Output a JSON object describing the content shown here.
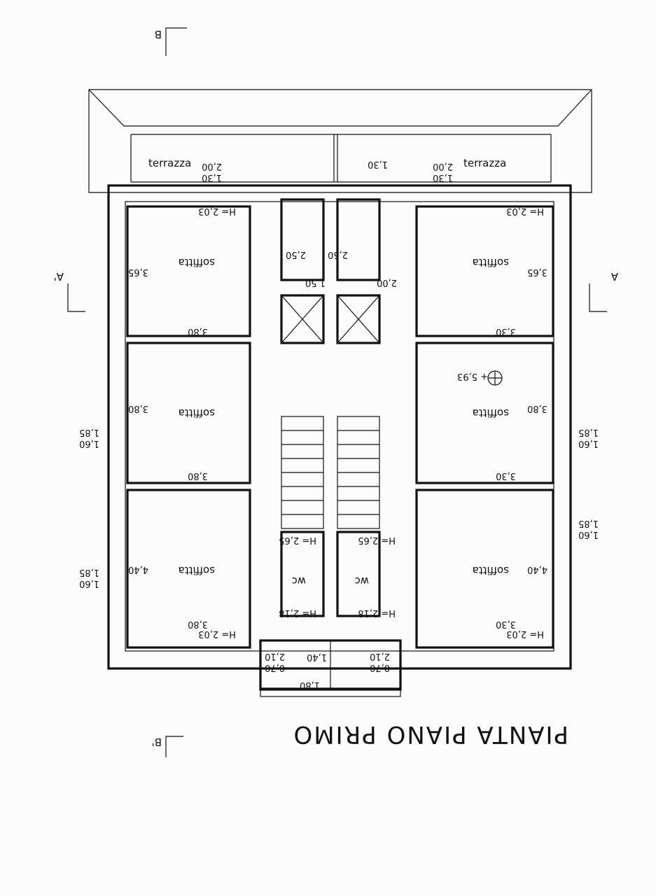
{
  "plan": {
    "title": "PIANTA PIANO PRIMO",
    "section_marks": {
      "a": "A",
      "a_prime": "A'",
      "b": "B",
      "b_prime": "B'"
    },
    "terrace_labels": [
      "terrazza",
      "terrazza"
    ],
    "room_labels": [
      "soffitta",
      "soffitta",
      "soffitta",
      "soffitta",
      "soffitta",
      "soffitta"
    ],
    "wc_labels": [
      "wc",
      "wc"
    ],
    "heights": [
      "H= 2,03",
      "H= 2,03",
      "H= 2,03",
      "H= 2,03",
      "H= 2,65",
      "H= 2,65",
      "H= 2,18",
      "H= 2,18"
    ],
    "elevation": "+ 5,93",
    "dimensions": {
      "terrace_depth": "1,30",
      "room_widths": [
        "3,30",
        "3,30",
        "3,30",
        "3,80",
        "3,80",
        "3,80"
      ],
      "room_depths": [
        "3,65",
        "3,80",
        "4,40",
        "3,65",
        "3,80",
        "4,40"
      ],
      "small_rooms": [
        "1,50",
        "2,50",
        "2,50",
        "2,00"
      ],
      "windows": [
        "1,30",
        "2,00",
        "1,30",
        "2,00",
        "1,60",
        "1,85",
        "1,60",
        "1,85",
        "1,60",
        "1,85",
        "1,60",
        "1,85"
      ],
      "entrance": [
        "0,70",
        "2,10",
        "0,70",
        "2,10",
        "1,40",
        "1,80"
      ]
    }
  }
}
